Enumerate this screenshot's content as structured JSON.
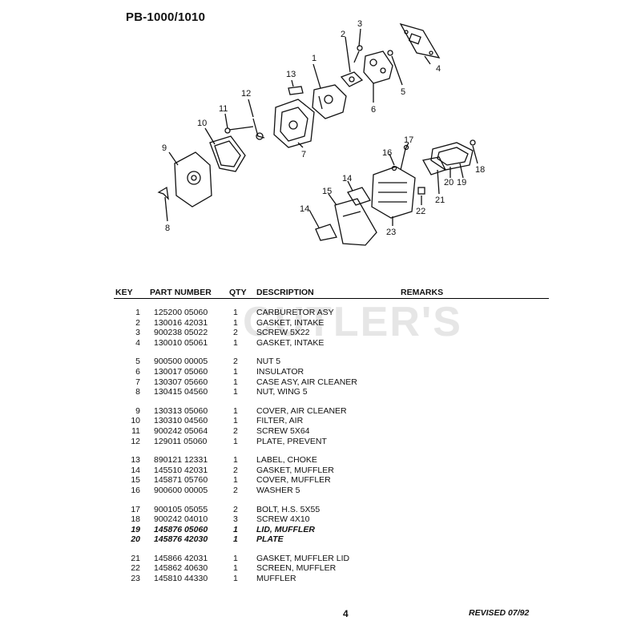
{
  "title": "PB-1000/1010",
  "watermark": "CUTLER'S",
  "table": {
    "headers": {
      "key": "KEY",
      "part_number": "PART NUMBER",
      "qty": "QTY",
      "description": "DESCRIPTION",
      "remarks": "REMARKS"
    },
    "groups": [
      [
        {
          "key": "1",
          "part_number": "125200 05060",
          "qty": "1",
          "description": "CARBURETOR ASY"
        },
        {
          "key": "2",
          "part_number": "130016 42031",
          "qty": "1",
          "description": "GASKET, INTAKE"
        },
        {
          "key": "3",
          "part_number": "900238 05022",
          "qty": "2",
          "description": "SCREW  5X22"
        },
        {
          "key": "4",
          "part_number": "130010 05061",
          "qty": "1",
          "description": "GASKET, INTAKE"
        }
      ],
      [
        {
          "key": "5",
          "part_number": "900500 00005",
          "qty": "2",
          "description": "NUT  5"
        },
        {
          "key": "6",
          "part_number": "130017 05060",
          "qty": "1",
          "description": "INSULATOR"
        },
        {
          "key": "7",
          "part_number": "130307 05660",
          "qty": "1",
          "description": "CASE ASY, AIR CLEANER"
        },
        {
          "key": "8",
          "part_number": "130415 04560",
          "qty": "1",
          "description": "NUT, WING  5"
        }
      ],
      [
        {
          "key": "9",
          "part_number": "130313 05060",
          "qty": "1",
          "description": "COVER, AIR CLEANER"
        },
        {
          "key": "10",
          "part_number": "130310 04560",
          "qty": "1",
          "description": "FILTER, AIR"
        },
        {
          "key": "11",
          "part_number": "900242 05064",
          "qty": "2",
          "description": "SCREW  5X64"
        },
        {
          "key": "12",
          "part_number": "129011 05060",
          "qty": "1",
          "description": "PLATE, PREVENT"
        }
      ],
      [
        {
          "key": "13",
          "part_number": "890121 12331",
          "qty": "1",
          "description": "LABEL, CHOKE"
        },
        {
          "key": "14",
          "part_number": "145510 42031",
          "qty": "2",
          "description": "GASKET, MUFFLER"
        },
        {
          "key": "15",
          "part_number": "145871 05760",
          "qty": "1",
          "description": "COVER, MUFFLER"
        },
        {
          "key": "16",
          "part_number": "900600 00005",
          "qty": "2",
          "description": "WASHER  5"
        }
      ],
      [
        {
          "key": "17",
          "part_number": "900105 05055",
          "qty": "2",
          "description": "BOLT, H.S.  5X55"
        },
        {
          "key": "18",
          "part_number": "900242 04010",
          "qty": "3",
          "description": "SCREW  4X10"
        },
        {
          "key": "19",
          "part_number": "145876 05060",
          "qty": "1",
          "description": "LID, MUFFLER",
          "italic": true
        },
        {
          "key": "20",
          "part_number": "145876 42030",
          "qty": "1",
          "description": "PLATE",
          "italic": true
        }
      ],
      [
        {
          "key": "21",
          "part_number": "145866 42031",
          "qty": "1",
          "description": "GASKET, MUFFLER LID"
        },
        {
          "key": "22",
          "part_number": "145862 40630",
          "qty": "1",
          "description": "SCREEN, MUFFLER"
        },
        {
          "key": "23",
          "part_number": "145810 44330",
          "qty": "1",
          "description": "MUFFLER"
        }
      ]
    ]
  },
  "diagram_callouts": [
    "1",
    "2",
    "3",
    "4",
    "5",
    "6",
    "7",
    "8",
    "9",
    "10",
    "11",
    "12",
    "13",
    "14",
    "14",
    "15",
    "16",
    "17",
    "18",
    "19",
    "20",
    "21",
    "22",
    "23"
  ],
  "footer": {
    "page": "4",
    "revised": "REVISED 07/92"
  }
}
